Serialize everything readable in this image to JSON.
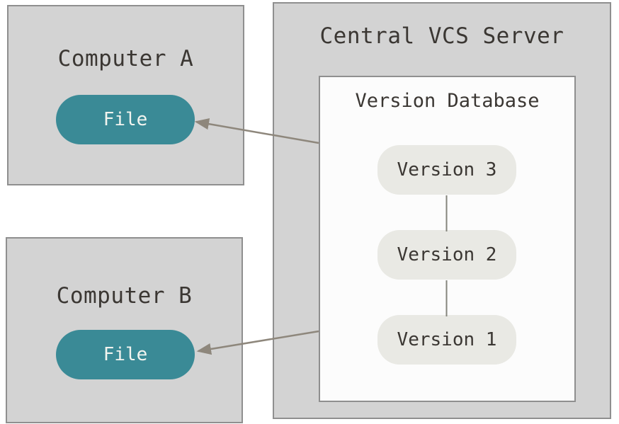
{
  "colors": {
    "background": "#ffffff",
    "box_fill": "#d3d3d3",
    "box_border": "#8f8f8f",
    "panel_fill": "#fcfcfc",
    "panel_border": "#8f8f8f",
    "pill_teal": "#3a8a96",
    "pill_teal_text": "#f2f4ef",
    "pill_light": "#e9e9e4",
    "text_dark": "#3b3733",
    "arrow": "#8e877c",
    "connector": "#85857d"
  },
  "computer_a": {
    "title": "Computer A",
    "file_label": "File"
  },
  "computer_b": {
    "title": "Computer B",
    "file_label": "File"
  },
  "server": {
    "title": "Central VCS Server",
    "database": {
      "title": "Version Database",
      "versions": [
        "Version 3",
        "Version 2",
        "Version 1"
      ]
    }
  }
}
